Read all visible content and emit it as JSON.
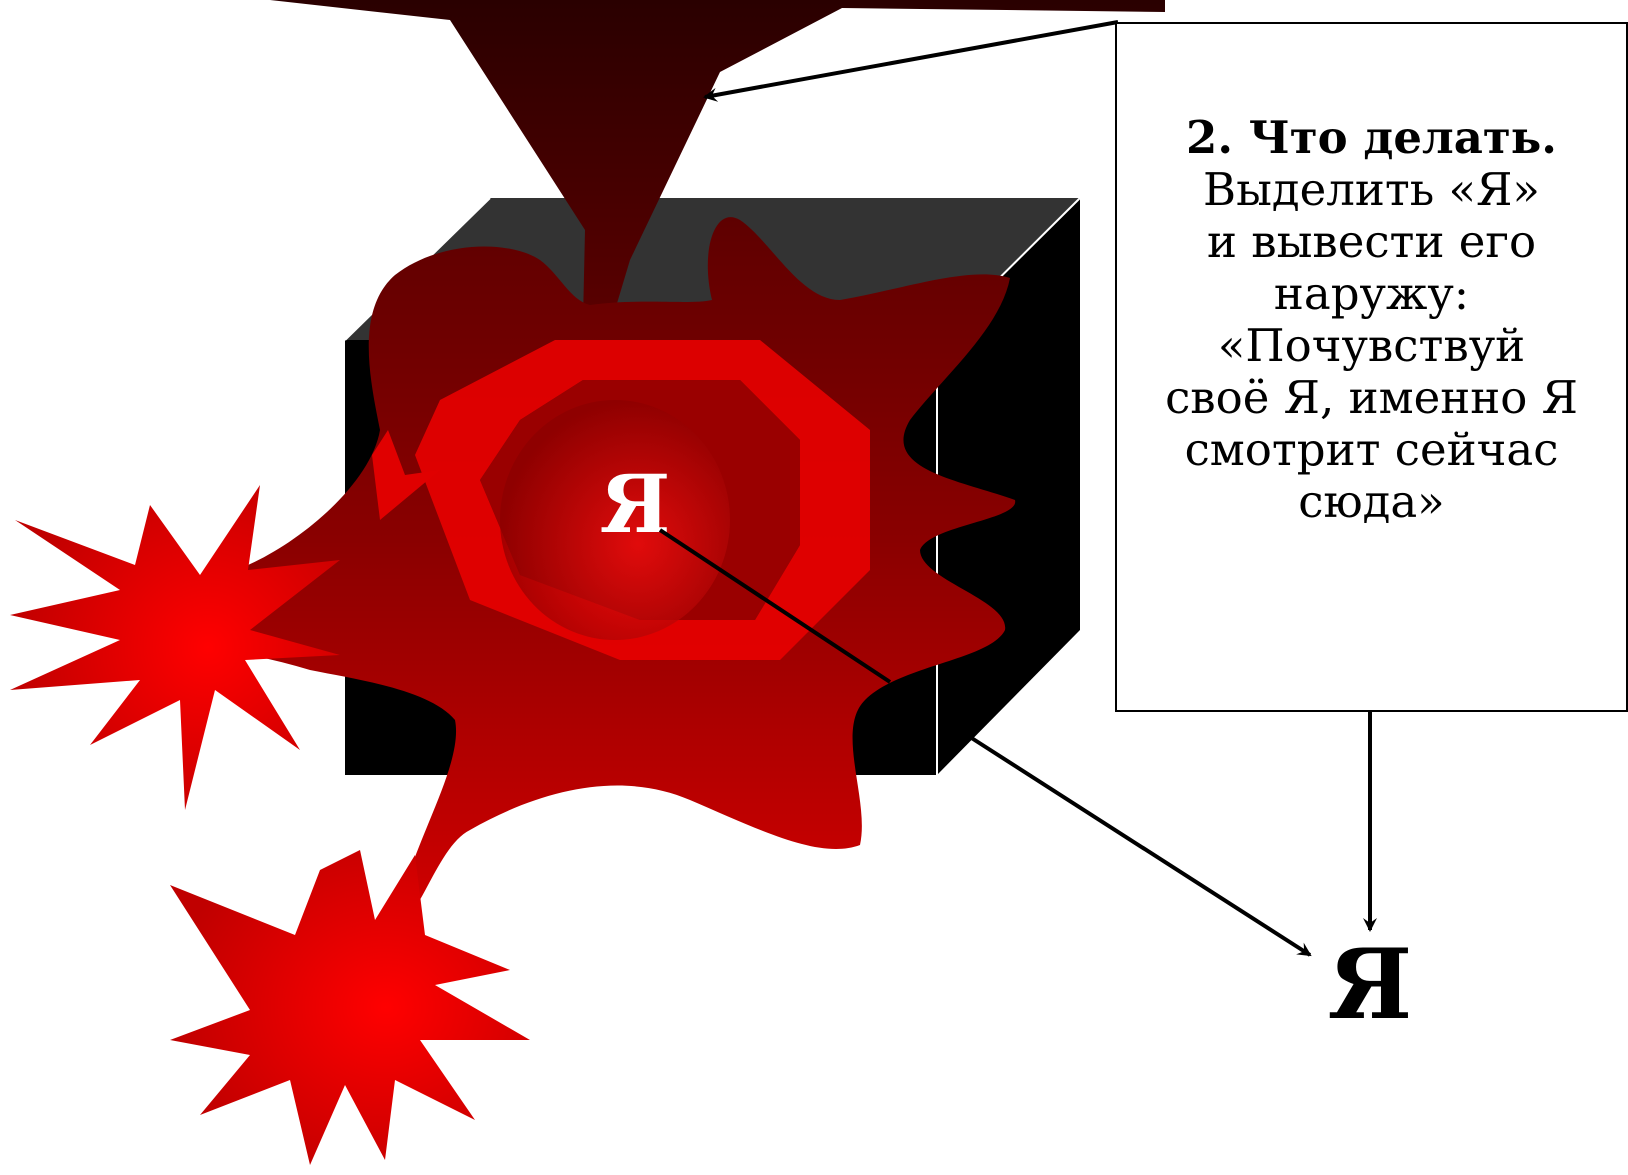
{
  "note": {
    "heading": "2. Что делать.",
    "lines": [
      "Выделить «Я»",
      "и вывести его",
      "наружу:",
      "«Почувствуй",
      "своё Я, именно Я",
      "смотрит сейчас",
      "сюда»"
    ]
  },
  "inner_label": "Я",
  "outer_label": "Я",
  "colors": {
    "cube_front": "#000000",
    "cube_top": "#333333",
    "blob_dark": "#6b0000",
    "blob_red": "#c80000",
    "star_red": "#ff0000",
    "funnel": "#330000"
  }
}
